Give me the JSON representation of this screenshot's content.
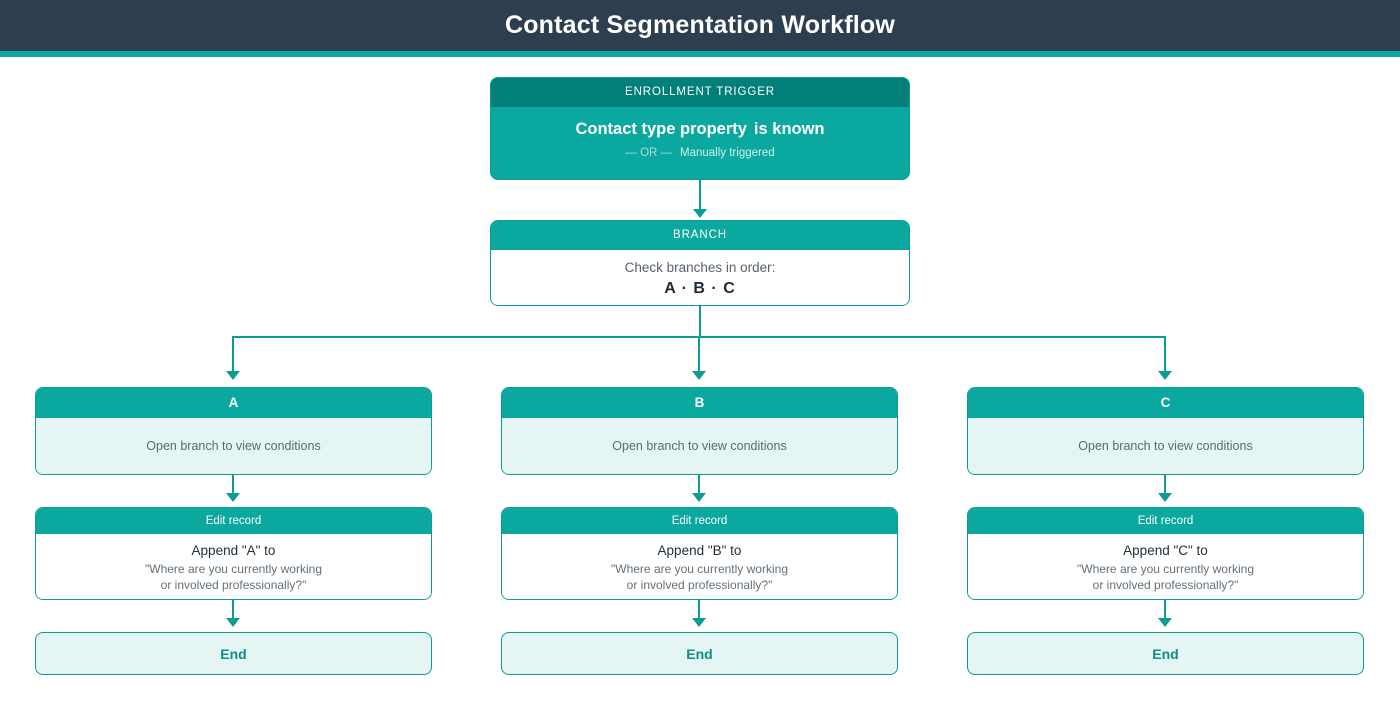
{
  "header": {
    "title": "Contact Segmentation Workflow",
    "bar_color": "#2d3e50",
    "accent_color": "#0fa8a0"
  },
  "trigger": {
    "head_label": "ENROLLMENT TRIGGER",
    "main_text": "Contact type property",
    "main_text_2": "is known",
    "or_separator": "— OR —",
    "manual_text": "Manually triggered"
  },
  "branch_node": {
    "head_label": "BRANCH",
    "caption": "Check branches in order:",
    "letters": "A · B · C"
  },
  "branches": [
    {
      "letter": "A",
      "hint": "Open branch to view conditions",
      "action_head": "Edit record",
      "action_main": "Append \"A\" to",
      "action_q_line1": "\"Where are you currently working",
      "action_q_line2": "or involved professionally?\"",
      "end_label": "End"
    },
    {
      "letter": "B",
      "hint": "Open branch to view conditions",
      "action_head": "Edit record",
      "action_main": "Append \"B\" to",
      "action_q_line1": "\"Where are you currently working",
      "action_q_line2": "or involved professionally?\"",
      "end_label": "End"
    },
    {
      "letter": "C",
      "hint": "Open branch to view conditions",
      "action_head": "Edit record",
      "action_main": "Append \"C\" to",
      "action_q_line1": "\"Where are you currently working",
      "action_q_line2": "or involved professionally?\"",
      "end_label": "End"
    }
  ],
  "colors": {
    "teal": "#0aa89f",
    "teal_dark": "#037f79",
    "teal_border": "#0d9c94",
    "tint": "#e5f5f3",
    "navy": "#2d3e50"
  }
}
